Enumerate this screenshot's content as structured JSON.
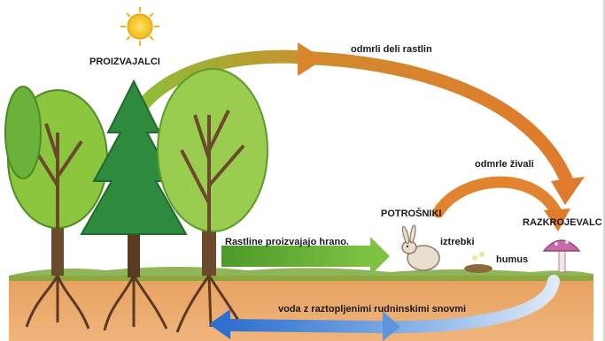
{
  "labels": {
    "producers": "PROIZVAJALCI",
    "dead_plant_parts": "odmrli deli rastlin",
    "dead_animals": "odmrle živali",
    "consumers": "POTROŠNIKI",
    "decomposers": "RAZKROJEVALC",
    "plants_produce_food": "Rastline proizvajajo hrano.",
    "excrement": "iztrebki",
    "humus": "humus",
    "mineral_water": "voda z raztopljenimi rudninskimi snovmi"
  },
  "colors": {
    "sun": "#f5c518",
    "soil": "#e9a86a",
    "arrow_orange": "#e07a2c",
    "arrow_green": "#6cb33f",
    "arrow_blue": "#3d7fd6",
    "tree_light": "#8cc63f",
    "tree_dark": "#2e8b3d",
    "mushroom": "#c86aa8"
  }
}
